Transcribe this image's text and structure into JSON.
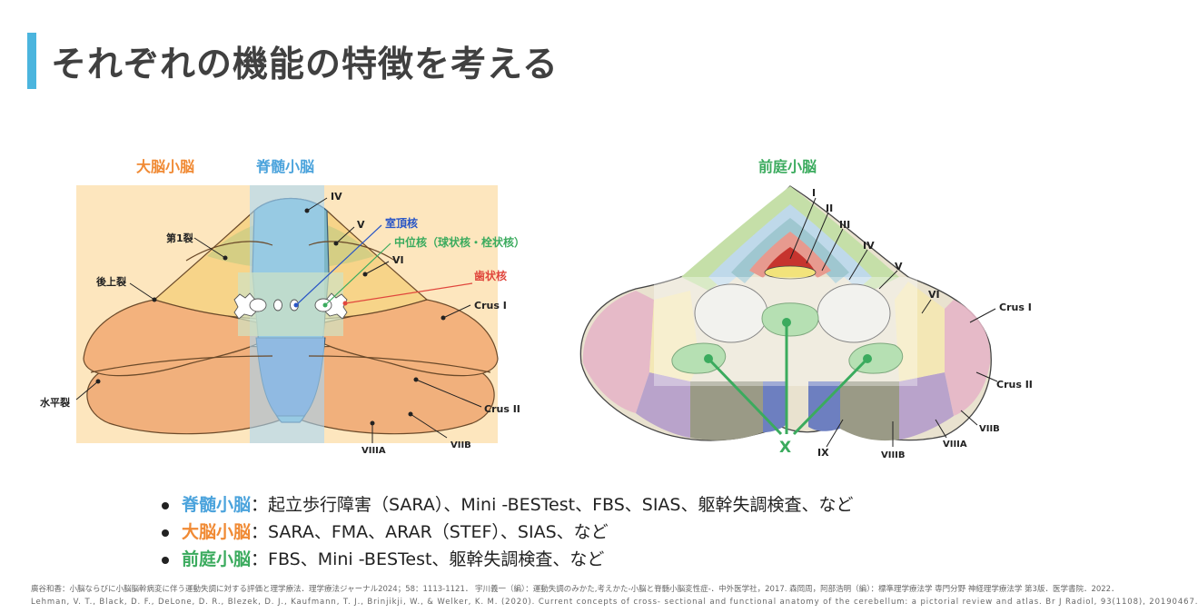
{
  "title": "それぞれの機能の特徴を考える",
  "sections": {
    "cerebro": "大脳小脳",
    "spino": "脊髄小脳",
    "vestib": "前庭小脳"
  },
  "left_figure": {
    "labels": {
      "iv": "IV",
      "v": "V",
      "vi": "VI",
      "fissure1": "第1裂",
      "post_sup": "後上裂",
      "horizontal": "水平裂",
      "crus1": "Crus I",
      "crus2": "Crus II",
      "viiia": "VIIIA",
      "viib": "VIIB",
      "fastigial": "室頂核",
      "interposed": "中位核（球状核・栓状核）",
      "dentate": "歯状核"
    }
  },
  "right_figure": {
    "labels": {
      "i": "I",
      "ii": "II",
      "iii": "III",
      "iv": "IV",
      "v": "V",
      "vi": "VI",
      "crus1": "Crus I",
      "crus2": "Crus II",
      "viib": "VIIB",
      "viiia": "VIIIA",
      "viiib": "VIIIB",
      "ix": "IX",
      "x": "X"
    }
  },
  "bullets": [
    {
      "key": "脊髄小脳",
      "rest": "：起立歩行障害（SARA）、Mini -BESTest、FBS、SIAS、躯幹失調検査、など",
      "color": "#4ba3dc"
    },
    {
      "key": "大脳小脳",
      "rest": "：SARA、FMA、ARAR（STEF）、SIAS、など",
      "color": "#f08a34"
    },
    {
      "key": "前庭小脳",
      "rest": "：FBS、Mini -BESTest、躯幹失調検査、など",
      "color": "#3bab5e"
    }
  ],
  "references": [
    "廣谷和香：小脳ならびに小脳脳幹病変に伴う運動失調に対する評価と理学療法．理学療法ジャーナル2024；58：1113-1121． 宇川義一（編）：運動失調のみかた,考えかた-小脳と脊髄小脳変性症-．中外医学社，2017. 森岡周，阿部浩明（編）：標準理学療法学 専門分野 神経理学療法学 第3版．医学書院．2022．",
    "Lehman, V. T., Black, D. F., DeLone, D. R., Blezek, D. J., Kaufmann, T. J., Brinjikji, W., & Welker, K. M. (2020). Current concepts of cross- sectional and functional anatomy of the cerebellum: a pictorial review and atlas. Br J Radiol, 93(1108), 20190467."
  ],
  "colors": {
    "accent_bar": "#4bb5de",
    "cerebro": "#f08a34",
    "spino": "#4ba3dc",
    "vestib": "#3bab5e",
    "dentate_red": "#e0463c",
    "fastigial_blue": "#2a56c6"
  }
}
